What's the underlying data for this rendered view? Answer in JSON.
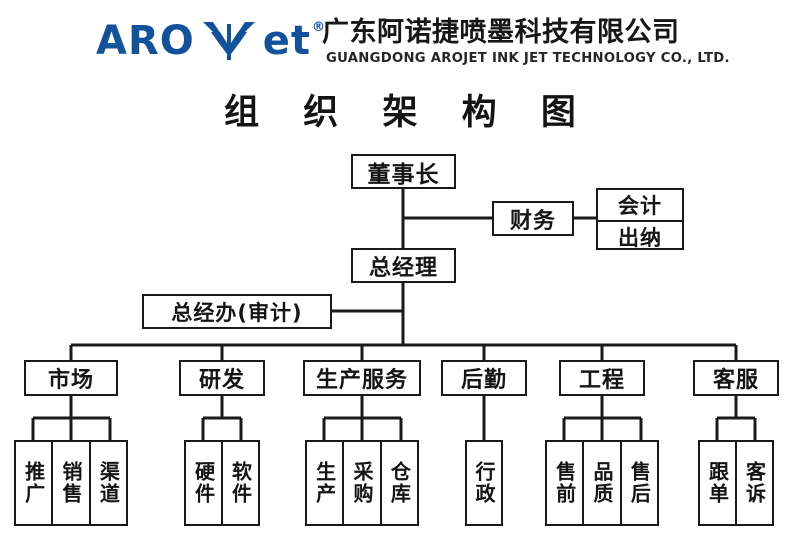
{
  "header": {
    "logo_text_left": "ARO",
    "logo_text_right": "et",
    "logo_registered": "®",
    "logo_mark_name": "arojet-leaf-mark",
    "logo_color": "#12519b",
    "company_name_cn": "广东阿诺捷喷墨科技有限公司",
    "company_name_en": "GUANGDONG AROJET INK JET TECHNOLOGY CO., LTD."
  },
  "title": "组 织 架 构 图",
  "chart_data": {
    "type": "diagram",
    "diagram_kind": "org-chart",
    "title": "组 织 架 构 图",
    "line_color": "#1a1a1a",
    "box_fill": "#ffffff",
    "nodes": {
      "chairman": "董事长",
      "finance": "财务",
      "accounting": "会计",
      "cashier": "出纳",
      "general_manager": "总经理",
      "gm_office": "总经办(审计)"
    },
    "departments": [
      {
        "label": "市场",
        "children": [
          "推广",
          "销售",
          "渠道"
        ]
      },
      {
        "label": "研发",
        "children": [
          "硬件",
          "软件"
        ]
      },
      {
        "label": "生产服务",
        "children": [
          "生产",
          "采购",
          "仓库"
        ]
      },
      {
        "label": "后勤",
        "children": [
          "行政"
        ]
      },
      {
        "label": "工程",
        "children": [
          "售前",
          "品质",
          "售后"
        ]
      },
      {
        "label": "客服",
        "children": [
          "跟单",
          "客诉"
        ]
      }
    ],
    "edges": [
      {
        "from": "董事长",
        "to": "财务"
      },
      {
        "from": "财务",
        "to": "会计"
      },
      {
        "from": "财务",
        "to": "出纳"
      },
      {
        "from": "董事长",
        "to": "总经理"
      },
      {
        "from": "总经理",
        "to": "总经办(审计)"
      },
      {
        "from": "总经理",
        "to": "市场"
      },
      {
        "from": "总经理",
        "to": "研发"
      },
      {
        "from": "总经理",
        "to": "生产服务"
      },
      {
        "from": "总经理",
        "to": "后勤"
      },
      {
        "from": "总经理",
        "to": "工程"
      },
      {
        "from": "总经理",
        "to": "客服"
      }
    ]
  }
}
